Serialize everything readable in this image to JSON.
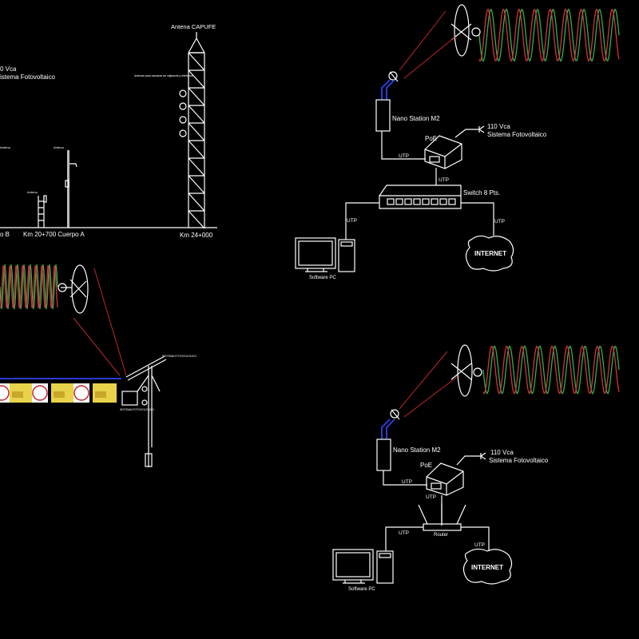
{
  "elevation": {
    "tower_label": "Antena CAPUFE",
    "tower_note": "Antenas para cámaras de vigilancia y teléfonos",
    "power_line1": "0 Vca",
    "power_line2": "istema Fotovoltaico",
    "antenna_label_a": "Antena",
    "antenna_label_b": "Antena",
    "antenna_label_c": "Antena",
    "km_left": "o B",
    "km_mid": "Km 20+700 Cuerpo A",
    "km_right": "Km 24+000"
  },
  "gantry": {
    "solar_label": "SISTEMA FOTOVOLTAICO",
    "cabinet_label": "SISTEMA FOTOVOLTAICO"
  },
  "network_switch": {
    "nano": "Nano Station M2",
    "poe": "PoE",
    "power1": "110 Vca",
    "power2": "Sistema Fotovoltaico",
    "utp1": "UTP",
    "utp2": "UTP",
    "utp3": "UTP",
    "utp4": "UTP",
    "switch": "Switch 8 Pts.",
    "pc": "Software PC",
    "internet": "INTERNET"
  },
  "network_router": {
    "nano": "Nano Station M2",
    "poe": "PoE",
    "power1": "110 Vca",
    "power2": "Sistema Fotovoltaico",
    "utp1": "UTP",
    "utp2": "UTP",
    "utp3": "UTP",
    "utp4": "UTP",
    "router": "Router",
    "pc": "Software PC",
    "internet": "INTERNET"
  },
  "colors": {
    "background": "#000000",
    "lines": "#ffffff",
    "signal_red": "#d6323a",
    "signal_green": "#2bb34a",
    "cable_blue": "#2a3bd6",
    "panel_yellow": "#e8d24a"
  }
}
